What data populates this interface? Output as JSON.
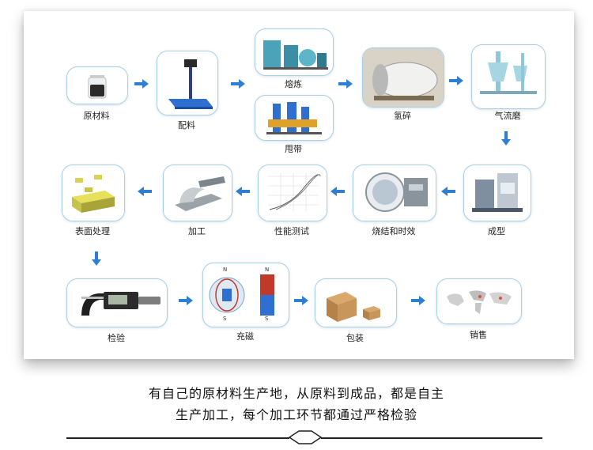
{
  "steps": [
    {
      "id": "raw",
      "label": "原材料",
      "icon": "powder-jar-icon"
    },
    {
      "id": "weigh",
      "label": "配料",
      "icon": "platform-scale-icon"
    },
    {
      "id": "melt",
      "label": "熔炼",
      "icon": "melting-furnace-icon"
    },
    {
      "id": "strip",
      "label": "甩带",
      "icon": "strip-casting-icon"
    },
    {
      "id": "hd",
      "label": "氢碎",
      "icon": "hydrogen-crusher-icon"
    },
    {
      "id": "jet",
      "label": "气流磨",
      "icon": "jet-mill-icon"
    },
    {
      "id": "press",
      "label": "成型",
      "icon": "press-machine-icon"
    },
    {
      "id": "sinter",
      "label": "烧结和时效",
      "icon": "sintering-furnace-icon"
    },
    {
      "id": "test",
      "label": "性能测试",
      "icon": "demagnetization-curve-icon"
    },
    {
      "id": "machining",
      "label": "加工",
      "icon": "grinding-machine-icon"
    },
    {
      "id": "coating",
      "label": "表面处理",
      "icon": "coated-magnets-icon"
    },
    {
      "id": "inspect",
      "label": "检验",
      "icon": "micrometer-icon"
    },
    {
      "id": "magnetize",
      "label": "充磁",
      "icon": "magnetizing-poles-icon"
    },
    {
      "id": "pack",
      "label": "包装",
      "icon": "cardboard-boxes-icon"
    },
    {
      "id": "sale",
      "label": "销售",
      "icon": "world-map-icon"
    }
  ],
  "poles": {
    "north": "N",
    "south": "S"
  },
  "caption": {
    "line1": "有自己的原材料生产地，从原料到成品，都是自主",
    "line2": "生产加工，每个加工环节都通过严格检验"
  },
  "colors": {
    "arrow": "#2e7fd1",
    "box_border": "#a9cfe6",
    "shadow": "#888888"
  }
}
